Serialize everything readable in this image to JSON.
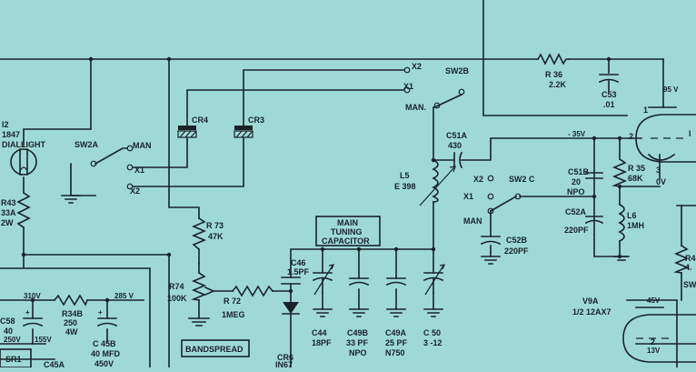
{
  "colors": {
    "background": "#9ed9d6",
    "ink": "#1a2228"
  },
  "labels": {
    "i2": "I2",
    "i2_part": "1847",
    "i2_name": "DIALLIGHT",
    "sw2a": "SW2A",
    "sw2a_man": "MAN",
    "sw2a_x1": "X1",
    "sw2a_x2": "X2",
    "r43": "R43",
    "r43_val": "33A",
    "r43_watt": "2W",
    "cr4": "CR4",
    "cr3": "CR3",
    "x2_top": "X2",
    "x1_top": "X1",
    "sw2b": "SW2B",
    "man_b": "MAN.",
    "r36": "R 36",
    "r36_val": "2.2K",
    "c53": "C53",
    "c53_val": ".01",
    "v95": "95 V",
    "c51a": "C51A",
    "c51a_val": "430",
    "l5": "L5",
    "l5_val": "E 398",
    "x2_c": "X2",
    "x1_c": "X1",
    "sw2c": "SW2 C",
    "man_c": "MAN",
    "c52b": "C52B",
    "c52b_val": "220PF",
    "v35": "- 35V",
    "c51b": "C51B",
    "c51b_val": "20",
    "c51b_type": "NPO",
    "r35": "R 35",
    "r35_val": "68K",
    "c52a": "C52A",
    "c52a_val": "220PF",
    "l6": "L6",
    "l6_val": "1MH",
    "pin2": "2",
    "pin3": "3",
    "ov": "0V",
    "r73": "R 73",
    "r73_val": "47K",
    "main_tuning": "MAIN",
    "main_tuning_2": "TUNING",
    "main_tuning_3": "CAPACITOR",
    "c46": "C46",
    "c46_val": "1.5PF",
    "r74": "R74",
    "r74_val": "100K",
    "r72": "R 72",
    "r72_val": "1MEG",
    "bandspread": "BANDSPREAD",
    "cr6": "CR6",
    "cr6_val": "IN67",
    "c44": "C44",
    "c44_val": "18PF",
    "c49b": "C49B",
    "c49b_val": "33 PF",
    "c49b_type": "NPO",
    "c49a": "C49A",
    "c49a_val": "25 PF",
    "c49a_type": "N750",
    "c50": "C 50",
    "c50_val": "3 -12",
    "v9a": "V9A",
    "v9a_val": "1/2 12AX7",
    "v45": "45V",
    "v13": "13V",
    "pin2b": "2",
    "r4x": "R4",
    "r4x_val": "4.",
    "swx": "SW",
    "c58": "C58",
    "c58_val": "40",
    "v310": "310V",
    "v285": "285 V",
    "r34b": "R34B",
    "r34b_val": "250",
    "r34b_watt": "4W",
    "v250": "250V",
    "v155": "155V",
    "c45b": "C 45B",
    "c45b_val": "40 MFD",
    "c45b_volt": "450V",
    "sr1": "SR1",
    "c45a": "C45A",
    "i_cut": "I",
    "one_cut": "1"
  }
}
